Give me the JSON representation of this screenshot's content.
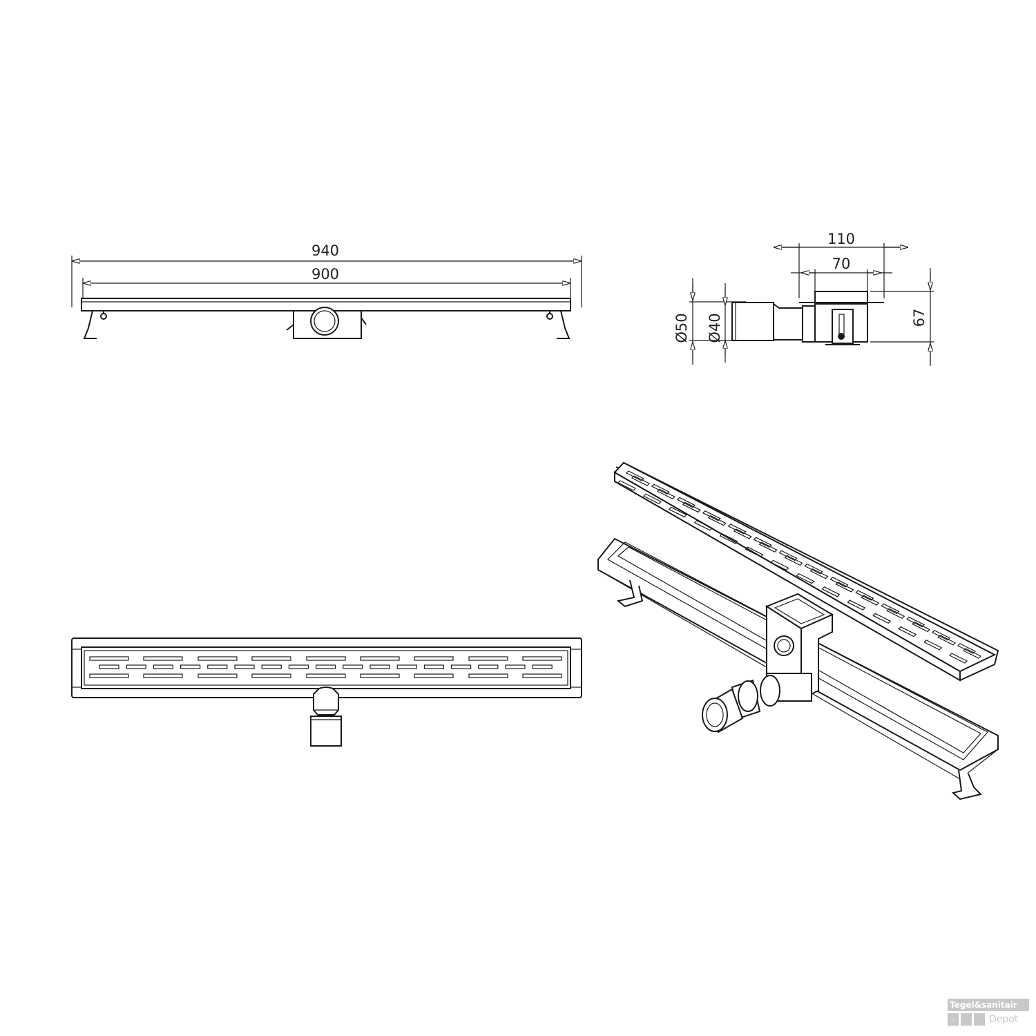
{
  "drawing": {
    "top_view": {
      "dim_overall": "940",
      "dim_inner": "900"
    },
    "side_view": {
      "dim_width_total": "110",
      "dim_width_box": "70",
      "dim_height": "67",
      "dim_outer_diameter": "Ø50",
      "dim_inner_diameter": "Ø40"
    },
    "line_color": "#1a1a1a"
  },
  "watermark": {
    "brand": "Tegel&sanitair",
    "sub": "Depot",
    "icon": "water-drop-icon",
    "color": "#c8c8c8"
  }
}
